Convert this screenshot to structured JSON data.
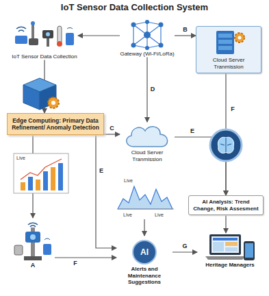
{
  "diagram": {
    "title": "IoT Sensor Data Collection System",
    "nodes": [
      {
        "text": [
          "IoT Sensor Data Collection"
        ]
      },
      {
        "text": [
          "Gateway (Wi-Fi/LoRa)"
        ]
      },
      {
        "text": [
          "Cloud Server Tranmission"
        ]
      },
      {
        "text": [
          "Edge Computing: Primary Data Refinement/ Anomaly Detection"
        ]
      },
      {
        "text": [
          "Cloud Server Tranmission"
        ]
      },
      {
        "text": [
          "AI Analysis: Trend Change, Risk Assesment"
        ]
      },
      {
        "text": [
          "A"
        ]
      },
      {
        "text": [
          "AI",
          "Alerts and Maintenance Suggestions"
        ]
      },
      {
        "text": [
          "Heritage Managers"
        ]
      }
    ],
    "edges": [
      {
        "from": 1,
        "to": 0,
        "arrow": "to"
      },
      {
        "from": 1,
        "to": 2,
        "label": "B",
        "arrow": "to"
      },
      {
        "from": 1,
        "to": 4,
        "label": "D",
        "arrow": "to"
      },
      {
        "from": 0,
        "to": 3,
        "arrow": "to"
      },
      {
        "from": 3,
        "to": 4,
        "label": "C",
        "arrow": "to"
      },
      {
        "from": 4,
        "to": 5,
        "label": "E",
        "arrow": "to"
      },
      {
        "from": 2,
        "to": 5,
        "label": "F",
        "arrow": "to"
      },
      {
        "from": 3,
        "to": 6,
        "arrow": "to"
      },
      {
        "from": 3,
        "to": 7,
        "label": "E",
        "arrow": "to"
      },
      {
        "from": 6,
        "to": 7,
        "label": "F",
        "arrow": "to"
      },
      {
        "from": 7,
        "to": 8,
        "label": "G",
        "arrow": "to"
      },
      {
        "from": 5,
        "to": 8,
        "arrow": "to"
      }
    ],
    "labels": [
      "Live",
      "Live",
      "Live",
      "Live"
    ]
  }
}
